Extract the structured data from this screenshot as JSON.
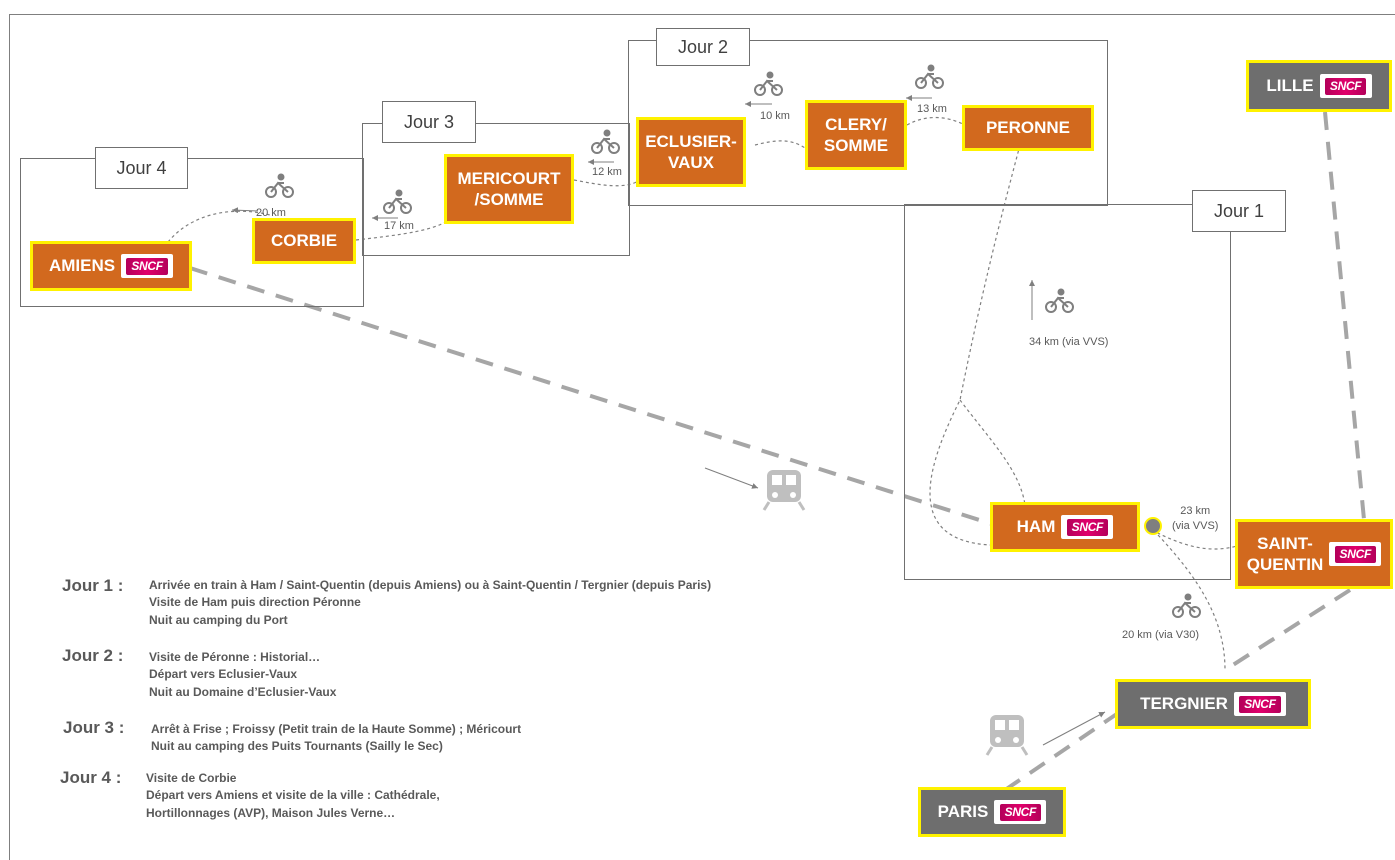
{
  "days": [
    {
      "id": "jour4",
      "label": "Jour 4"
    },
    {
      "id": "jour3",
      "label": "Jour 3"
    },
    {
      "id": "jour2",
      "label": "Jour 2"
    },
    {
      "id": "jour1",
      "label": "Jour 1"
    }
  ],
  "cities": {
    "amiens": "AMIENS",
    "corbie": "CORBIE",
    "mericourt": "MERICOURT\n/SOMME",
    "eclusier": "ECLUSIER-\nVAUX",
    "clery": "CLERY/\nSOMME",
    "peronne": "PERONNE",
    "ham": "HAM",
    "saint_quentin": "SAINT-\nQUENTIN",
    "lille": "LILLE",
    "tergnier": "TERGNIER",
    "paris": "PARIS"
  },
  "sncf_logo_text": "SNCF",
  "distances": {
    "d20": "20 km",
    "d17": "17 km",
    "d12": "12 km",
    "d10": "10 km",
    "d13": "13 km",
    "d34": "34 km (via VVS)",
    "d23": "23 km\n(via VVS)",
    "d20v30": "20 km (via V30)"
  },
  "legend": [
    {
      "day": "Jour 1 :",
      "lines": [
        "Arrivée en train à Ham / Saint-Quentin (depuis Amiens) ou à Saint-Quentin / Tergnier (depuis Paris)",
        "Visite de Ham puis direction Péronne",
        "Nuit au camping du Port"
      ]
    },
    {
      "day": "Jour 2 :",
      "lines": [
        "Visite de Péronne : Historial…",
        "Départ vers Eclusier-Vaux",
        "Nuit au Domaine d’Eclusier-Vaux"
      ]
    },
    {
      "day": "Jour 3 :",
      "lines": [
        "Arrêt à Frise ; Froissy (Petit train de la Haute Somme) ; Méricourt",
        "Nuit au camping des Puits Tournants (Sailly le Sec)"
      ]
    },
    {
      "day": "Jour 4 :",
      "lines": [
        "Visite de Corbie",
        "Départ vers Amiens et visite de la ville : Cathédrale,",
        "Hortillonnages (AVP), Maison Jules Verne…"
      ]
    }
  ],
  "colors": {
    "orange": "#d2691e",
    "grey": "#6e6e6e",
    "highlight": "#fff200",
    "sncf": "#c8005f"
  }
}
